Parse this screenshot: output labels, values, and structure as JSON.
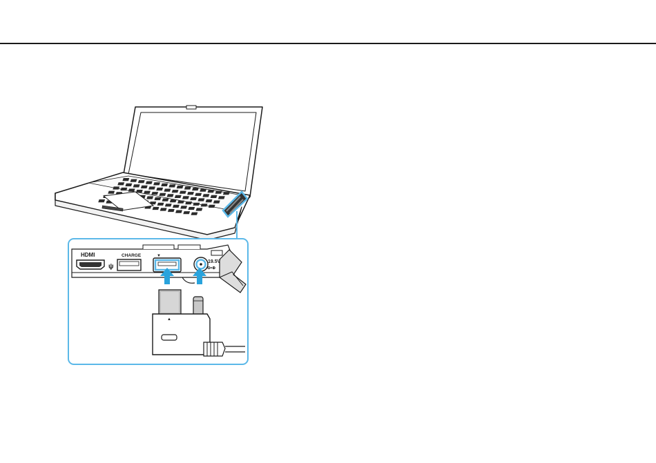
{
  "illustration": {
    "kind": "laptop-port-connection-diagram",
    "accent_color": "#5bb8e8",
    "arrow_color": "#29a3dc",
    "port_labels": {
      "hdmi": "HDMI",
      "usb_symbol": "ψ",
      "charge": "CHARGE",
      "usb_marker": "▼",
      "dc_voltage": "19.5V",
      "dc_polarity": "⊖•⊕",
      "plug_marker": "▲"
    }
  }
}
